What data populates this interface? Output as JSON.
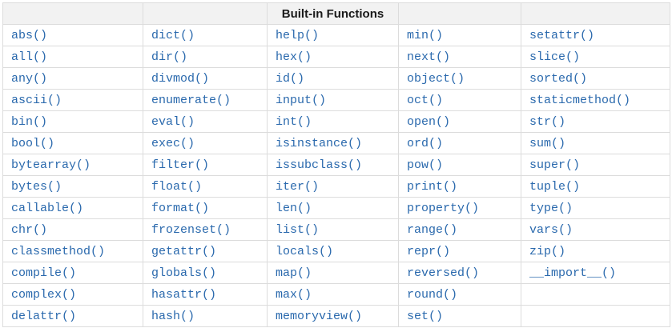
{
  "table": {
    "title": "Built-in Functions",
    "row_count": 14,
    "colors": {
      "link": "#2a69ad",
      "header_background": "#f2f2f2",
      "border": "#dcdcdc",
      "header_text": "#1a1a1a"
    },
    "columns": [
      [
        "abs()",
        "all()",
        "any()",
        "ascii()",
        "bin()",
        "bool()",
        "bytearray()",
        "bytes()",
        "callable()",
        "chr()",
        "classmethod()",
        "compile()",
        "complex()",
        "delattr()"
      ],
      [
        "dict()",
        "dir()",
        "divmod()",
        "enumerate()",
        "eval()",
        "exec()",
        "filter()",
        "float()",
        "format()",
        "frozenset()",
        "getattr()",
        "globals()",
        "hasattr()",
        "hash()"
      ],
      [
        "help()",
        "hex()",
        "id()",
        "input()",
        "int()",
        "isinstance()",
        "issubclass()",
        "iter()",
        "len()",
        "list()",
        "locals()",
        "map()",
        "max()",
        "memoryview()"
      ],
      [
        "min()",
        "next()",
        "object()",
        "oct()",
        "open()",
        "ord()",
        "pow()",
        "print()",
        "property()",
        "range()",
        "repr()",
        "reversed()",
        "round()",
        "set()"
      ],
      [
        "setattr()",
        "slice()",
        "sorted()",
        "staticmethod()",
        "str()",
        "sum()",
        "super()",
        "tuple()",
        "type()",
        "vars()",
        "zip()",
        "__import__()"
      ]
    ]
  }
}
